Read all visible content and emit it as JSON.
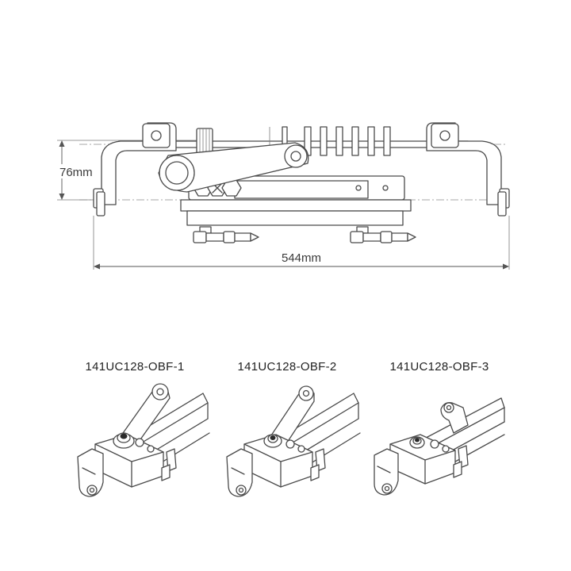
{
  "dimensions": {
    "height_label": "76mm",
    "width_label": "544mm"
  },
  "variants": [
    {
      "label": "141UC128-OBF-1"
    },
    {
      "label": "141UC128-OBF-2"
    },
    {
      "label": "141UC128-OBF-3"
    }
  ],
  "colors": {
    "line": "#4a4a4a",
    "background": "#ffffff"
  }
}
